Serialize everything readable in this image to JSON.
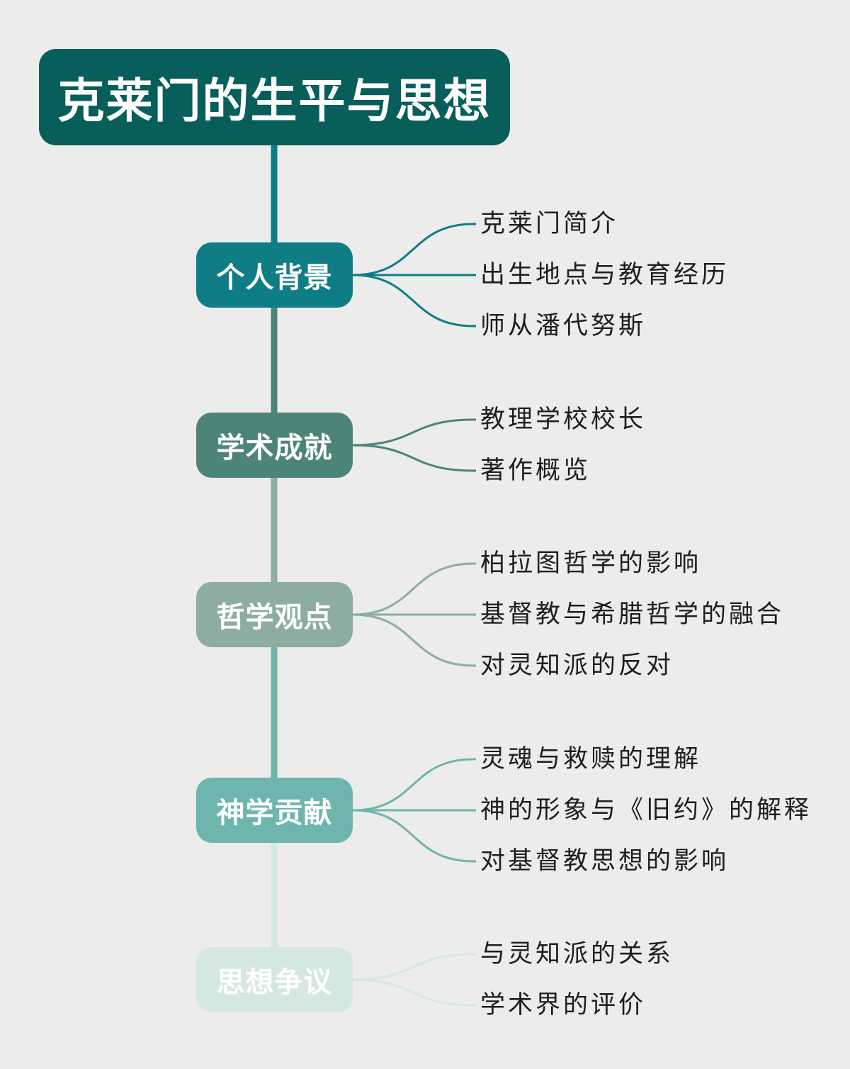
{
  "title": "克莱门的生平与思想",
  "colors": {
    "background": "#ececec",
    "title_bg": "#075e5b",
    "title_text": "#ffffff",
    "leaf_text": "#1e1e1e"
  },
  "branches": [
    {
      "label": "个人背景",
      "color": "#0f7d86",
      "text_color": "#ffffff",
      "children": [
        "克莱门简介",
        "出生地点与教育经历",
        "师从潘代努斯"
      ]
    },
    {
      "label": "学术成就",
      "color": "#4d847a",
      "text_color": "#ffffff",
      "children": [
        "教理学校校长",
        "著作概览"
      ]
    },
    {
      "label": "哲学观点",
      "color": "#8dada1",
      "text_color": "#ffffff",
      "children": [
        "柏拉图哲学的影响",
        "基督教与希腊哲学的融合",
        "对灵知派的反对"
      ]
    },
    {
      "label": "神学贡献",
      "color": "#6db5ad",
      "text_color": "#ffffff",
      "children": [
        "灵魂与救赎的理解",
        "神的形象与《旧约》的解释",
        "对基督教思想的影响"
      ]
    },
    {
      "label": "思想争议",
      "color": "#d4e8e1",
      "text_color": "#ffffff",
      "children": [
        "与灵知派的关系",
        "学术界的评价"
      ]
    }
  ]
}
